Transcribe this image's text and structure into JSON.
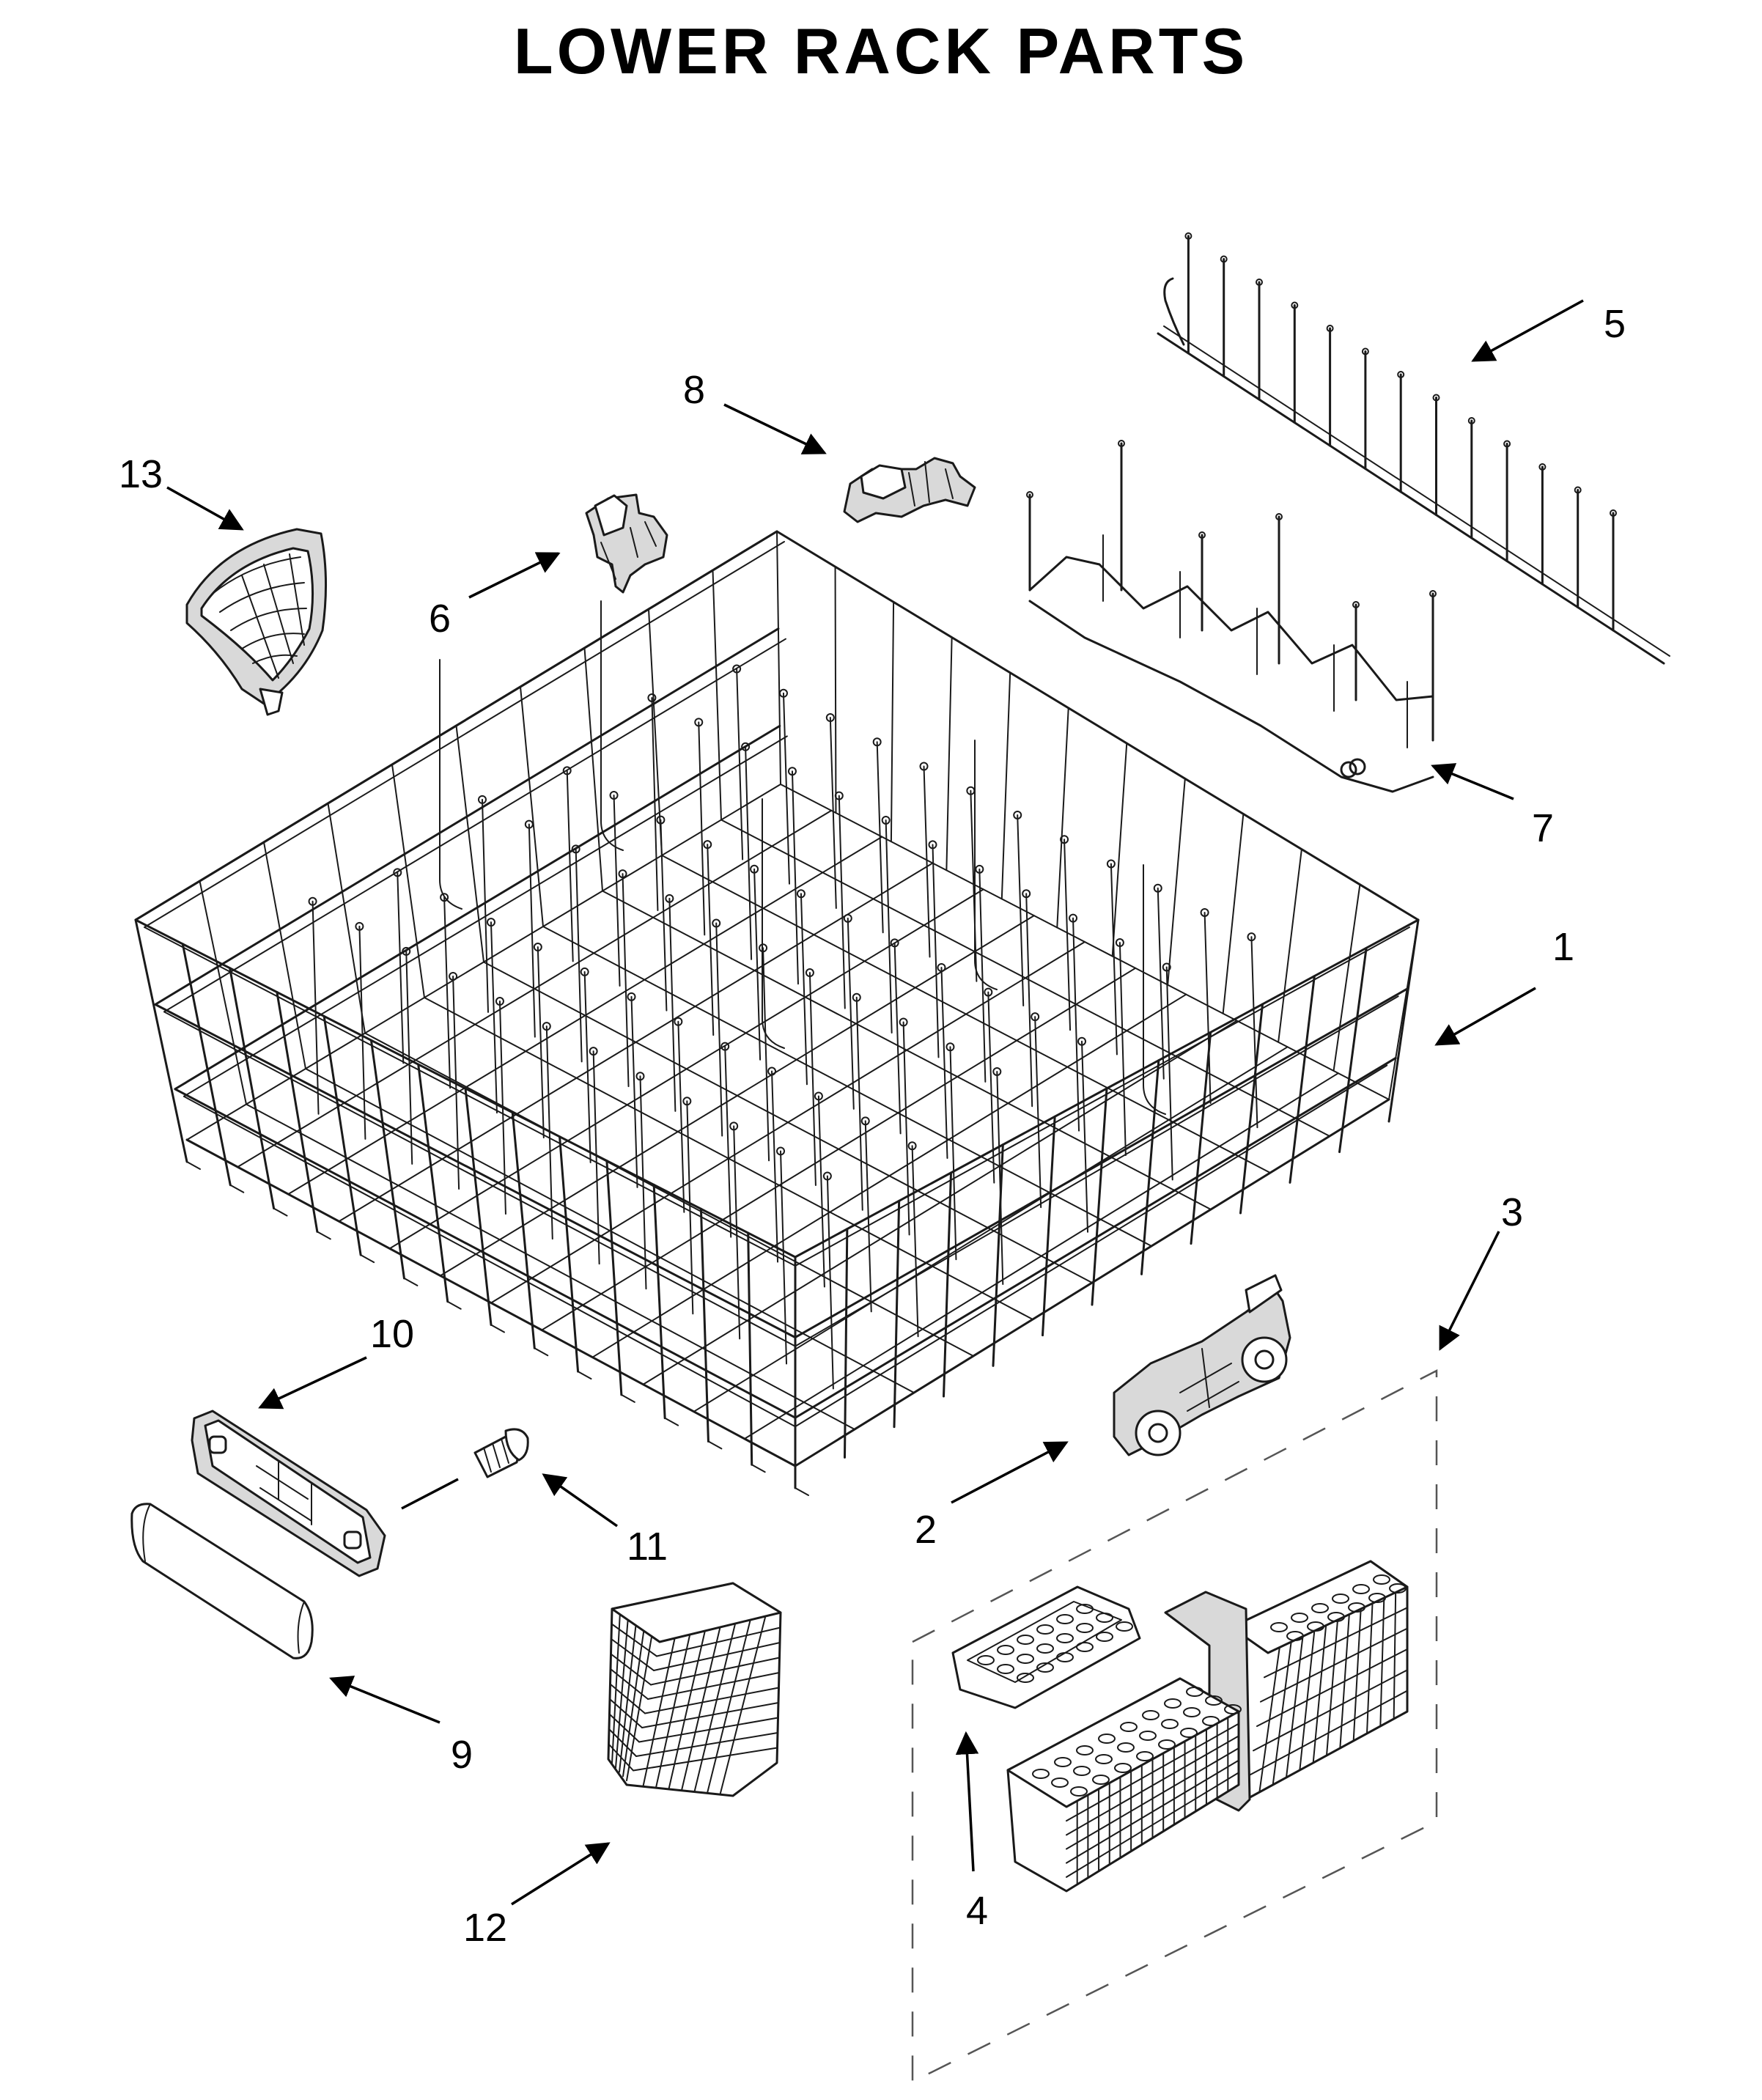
{
  "title": "LOWER RACK PARTS",
  "callouts": [
    {
      "id": "1",
      "label": "1"
    },
    {
      "id": "2",
      "label": "2"
    },
    {
      "id": "3",
      "label": "3"
    },
    {
      "id": "4",
      "label": "4"
    },
    {
      "id": "5",
      "label": "5"
    },
    {
      "id": "6",
      "label": "6"
    },
    {
      "id": "7",
      "label": "7"
    },
    {
      "id": "8",
      "label": "8"
    },
    {
      "id": "9",
      "label": "9"
    },
    {
      "id": "10",
      "label": "10"
    },
    {
      "id": "11",
      "label": "11"
    },
    {
      "id": "12",
      "label": "12"
    },
    {
      "id": "13",
      "label": "13"
    }
  ]
}
